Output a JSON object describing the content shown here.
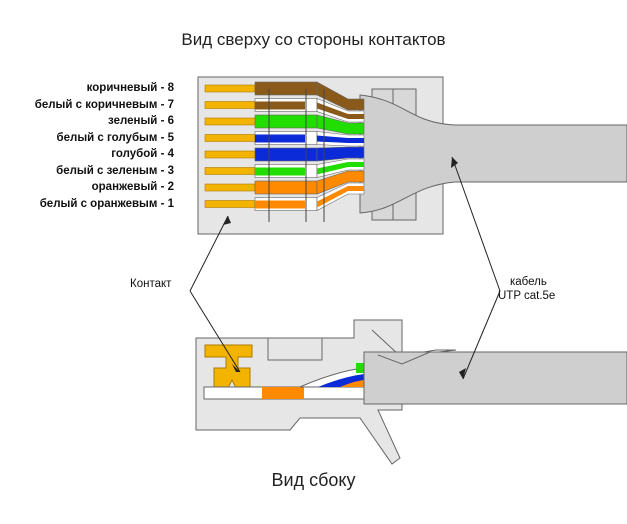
{
  "title_top": "Вид сверху со стороны контактов",
  "title_bottom": "Вид сбоку",
  "contact_label": "Контакт",
  "cable_label_line1": "кабель",
  "cable_label_line2": "UTP cat.5e",
  "pins": [
    {
      "label": "коричневый - 8",
      "base": "#8a5a1a",
      "stripe": null
    },
    {
      "label": "белый с коричневым - 7",
      "base": "#ffffff",
      "stripe": "#8a5a1a"
    },
    {
      "label": "зеленый - 6",
      "base": "#22dd00",
      "stripe": null
    },
    {
      "label": "белый с голубым - 5",
      "base": "#ffffff",
      "stripe": "#0b2bd8"
    },
    {
      "label": "голубой - 4",
      "base": "#0b2bd8",
      "stripe": null
    },
    {
      "label": "белый с зеленым - 3",
      "base": "#ffffff",
      "stripe": "#22dd00"
    },
    {
      "label": "оранжевый - 2",
      "base": "#ff8a00",
      "stripe": null
    },
    {
      "label": "белый с оранжевым - 1",
      "base": "#ffffff",
      "stripe": "#ff8a00"
    }
  ],
  "colors": {
    "connector_fill": "#e6e6e6",
    "cable_fill": "#cfcfcf",
    "gold": "#f2b400",
    "outline": "#666666"
  }
}
